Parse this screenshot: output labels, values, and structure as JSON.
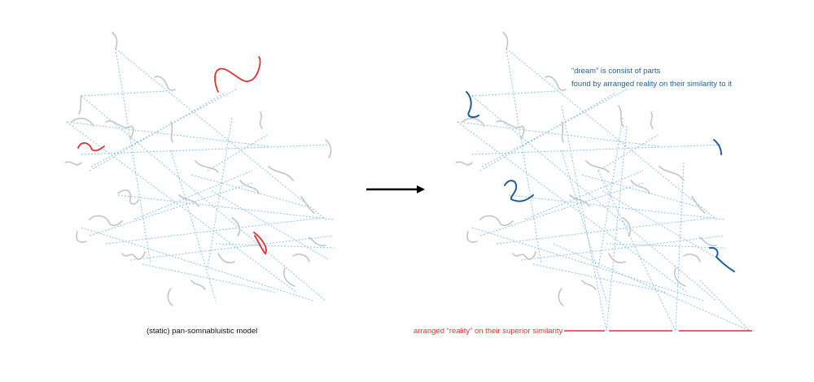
{
  "captions": {
    "left_model": "(static) pan-somnabluistic model",
    "bottom": "arranged “reality” on their superior similarity"
  },
  "annotation": {
    "line1": "“dream” is consist of parts",
    "line2": "found by arranged reality on their similarity to it"
  },
  "colors": {
    "background": "#ffffff",
    "dotted_connection": "#8ec0e8",
    "fragment": "#c4c4c4",
    "reality_highlight": "#e03030",
    "dream_part": "#1d5f9e",
    "arrow": "#000000"
  },
  "icons": {
    "transition": "right-arrow-icon"
  }
}
